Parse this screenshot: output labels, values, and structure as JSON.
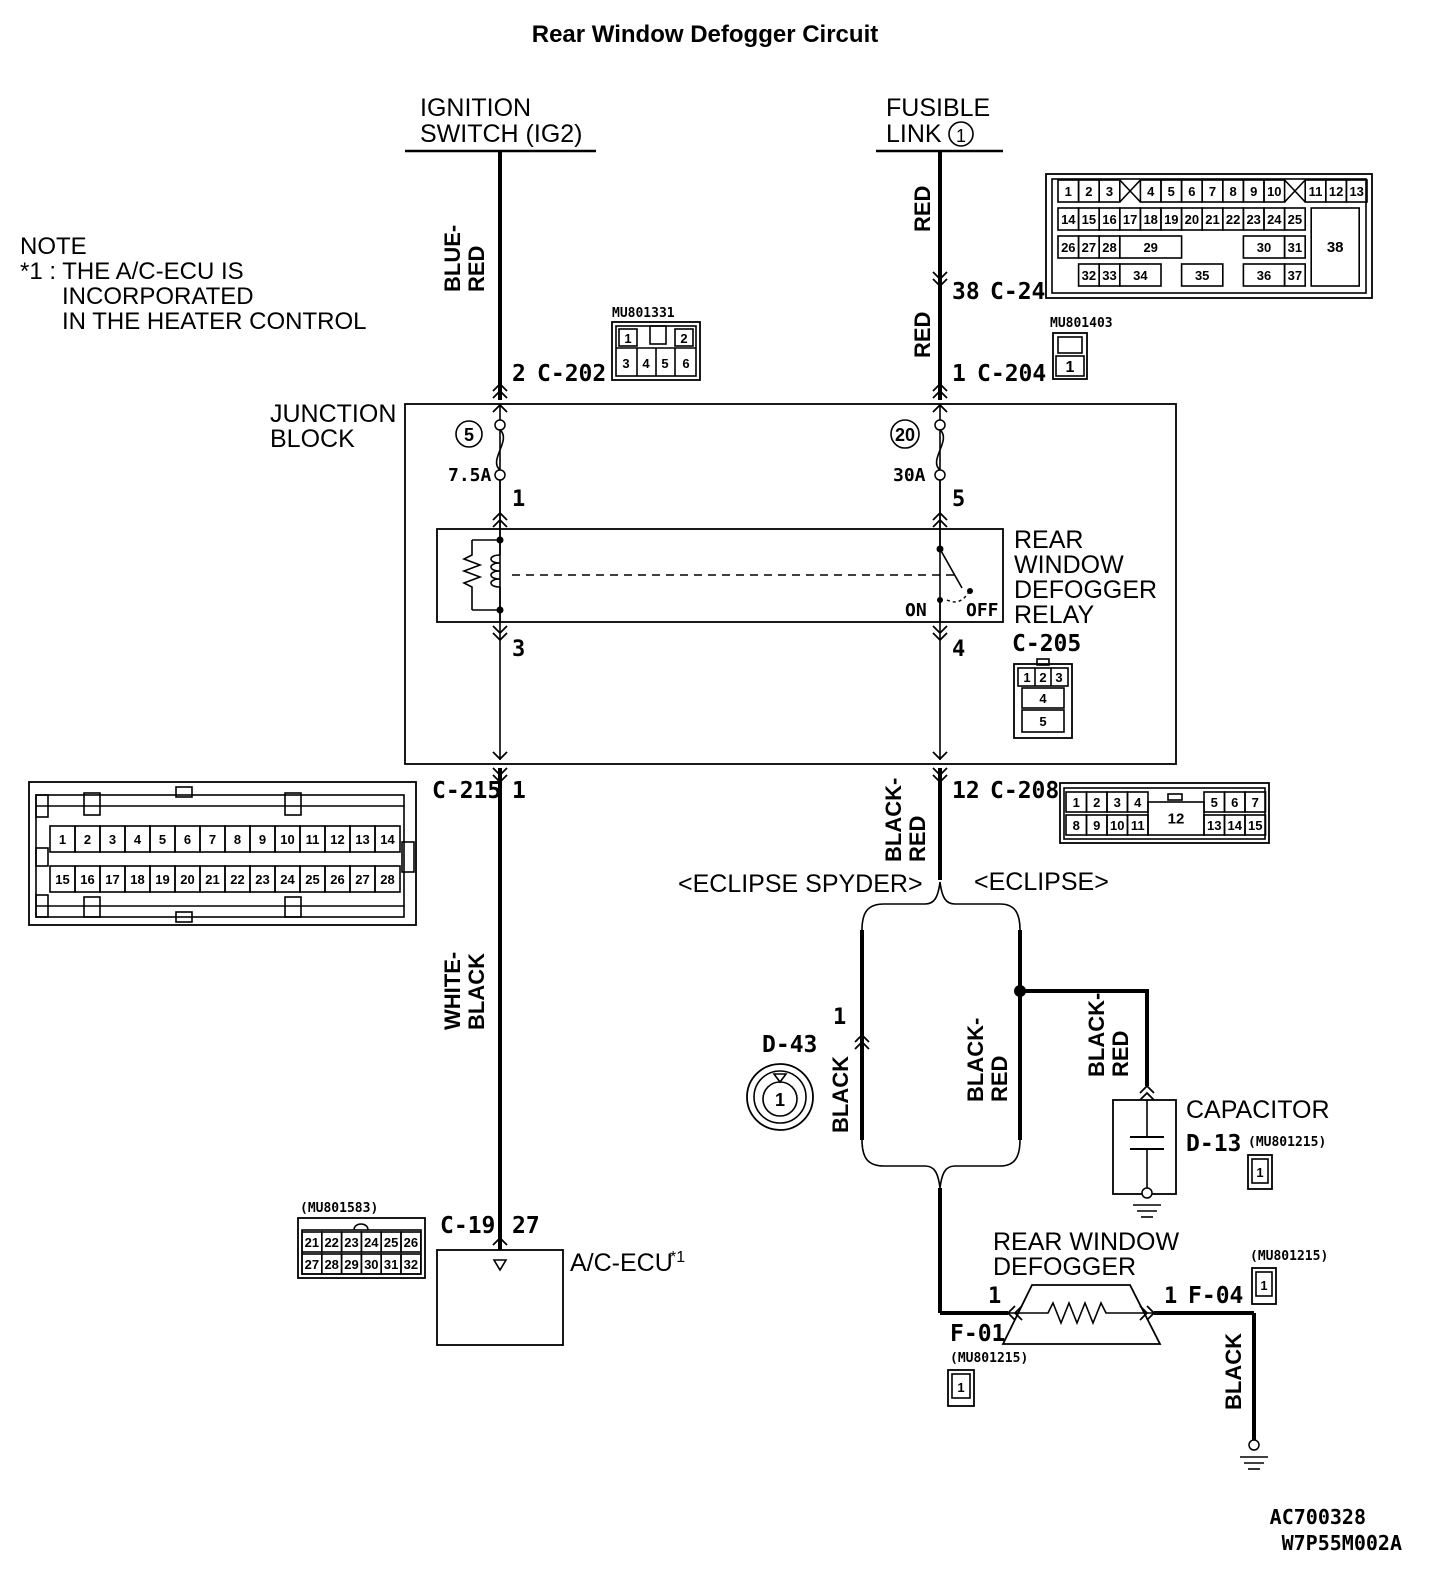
{
  "title": "Rear Window Defogger Circuit",
  "sources": {
    "ignition": [
      "IGNITION",
      "SWITCH (IG2)"
    ],
    "fusible": [
      "FUSIBLE",
      "LINK",
      "1"
    ]
  },
  "note": [
    "NOTE",
    "*1 : THE A/C-ECU IS",
    "INCORPORATED",
    "IN THE HEATER CONTROL"
  ],
  "wires": {
    "blue_red": [
      "BLUE-",
      "RED"
    ],
    "red_top": "RED",
    "red_mid": "RED",
    "white_black": [
      "WHITE-",
      "BLACK"
    ],
    "black_red_top": [
      "BLACK-",
      "RED"
    ],
    "black_red_mid": [
      "BLACK-",
      "RED"
    ],
    "black_red_cap": [
      "BLACK-",
      "RED"
    ],
    "black_left": "BLACK",
    "black_bottom": "BLACK"
  },
  "connectors": {
    "c202": {
      "pin": "2",
      "name": "C-202",
      "part": "MU801331",
      "cells": [
        "1",
        "2",
        "3",
        "4",
        "5",
        "6"
      ]
    },
    "c24": {
      "pin": "38",
      "name": "C-24",
      "row1": [
        "1",
        "2",
        "3",
        "4",
        "5",
        "6",
        "7",
        "8",
        "9",
        "10",
        "11",
        "12",
        "13"
      ],
      "row2": [
        "14",
        "15",
        "16",
        "17",
        "18",
        "19",
        "20",
        "21",
        "22",
        "23",
        "24",
        "25"
      ],
      "row3": [
        "26",
        "27",
        "28",
        "29",
        "30",
        "31"
      ],
      "row4": [
        "32",
        "33",
        "34",
        "35",
        "36",
        "37"
      ],
      "big": "38"
    },
    "c204": {
      "pin": "1",
      "name": "C-204",
      "part": "MU801403",
      "cell": "1"
    },
    "c205": {
      "name": "C-205",
      "cells": [
        "1",
        "2",
        "3",
        "4",
        "5"
      ]
    },
    "c215": {
      "pin": "1",
      "name": "C-215",
      "row1": [
        "1",
        "2",
        "3",
        "4",
        "5",
        "6",
        "7",
        "8",
        "9",
        "10",
        "11",
        "12",
        "13",
        "14"
      ],
      "row2": [
        "15",
        "16",
        "17",
        "18",
        "19",
        "20",
        "21",
        "22",
        "23",
        "24",
        "25",
        "26",
        "27",
        "28"
      ]
    },
    "c208": {
      "pin": "12",
      "name": "C-208",
      "row1": [
        "1",
        "2",
        "3",
        "4",
        "5",
        "6",
        "7"
      ],
      "row2": [
        "8",
        "9",
        "10",
        "11",
        "13",
        "14",
        "15"
      ],
      "big": "12"
    },
    "c19": {
      "pin": "27",
      "name": "C-19",
      "part": "(MU801583)",
      "row1": [
        "21",
        "22",
        "23",
        "24",
        "25",
        "26"
      ],
      "row2": [
        "27",
        "28",
        "29",
        "30",
        "31",
        "32"
      ]
    },
    "d43": {
      "pin": "1",
      "name": "D-43",
      "cell": "1"
    },
    "d13": {
      "name": "D-13",
      "part": "(MU801215)",
      "cell": "1"
    },
    "f01": {
      "pin": "1",
      "name": "F-01",
      "part": "(MU801215)",
      "cell": "1"
    },
    "f04": {
      "pin": "1",
      "name": "F-04",
      "part": "(MU801215)",
      "cell": "1"
    }
  },
  "junction": {
    "label": [
      "JUNCTION",
      "BLOCK"
    ],
    "fuse_left": {
      "num": "5",
      "rating": "7.5A",
      "pin_out": "1"
    },
    "fuse_right": {
      "num": "20",
      "rating": "30A",
      "pin_out": "5"
    },
    "relay_pin_left": "3",
    "relay_pin_right": "4",
    "relay_label": [
      "REAR",
      "WINDOW",
      "DEFOGGER",
      "RELAY"
    ],
    "on": "ON",
    "off": "OFF"
  },
  "variants": {
    "spyder": "<ECLIPSE SPYDER>",
    "eclipse": "<ECLIPSE>"
  },
  "components": {
    "ecu": "A/C-ECU",
    "ecu_sup": "*1",
    "capacitor": "CAPACITOR",
    "defogger": [
      "REAR WINDOW",
      "DEFOGGER"
    ]
  },
  "codes": [
    "AC700328",
    "W7P55M002A"
  ]
}
